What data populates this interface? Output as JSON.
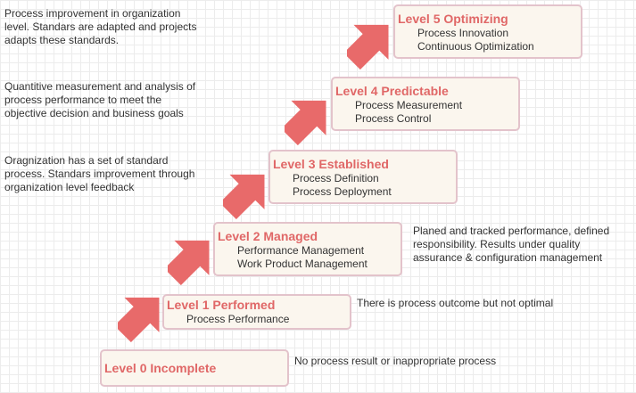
{
  "levels": [
    {
      "title": "Level 0 Incomplete",
      "items": []
    },
    {
      "title": "Level 1 Performed",
      "items": [
        "Process Performance"
      ]
    },
    {
      "title": "Level 2 Managed",
      "items": [
        "Performance Management",
        "Work Product Management"
      ]
    },
    {
      "title": "Level 3 Established",
      "items": [
        "Process Definition",
        "Process Deployment"
      ]
    },
    {
      "title": "Level 4 Predictable",
      "items": [
        "Process Measurement",
        "Process Control"
      ]
    },
    {
      "title": "Level 5 Optimizing",
      "items": [
        "Process Innovation",
        "Continuous Optimization"
      ]
    }
  ],
  "notes": {
    "level0": [
      "No process result or inappropriate process"
    ],
    "level1": [
      "There is process outcome but not optimal"
    ],
    "level2": [
      "Planed and tracked performance, defined",
      "responsibility. Results under quality",
      "assurance & configuration management"
    ],
    "level3": [
      "Oragnization has a set of standard",
      "process. Standars improvement through",
      "organization level feedback"
    ],
    "level4": [
      "Quantitive measurement and analysis of",
      "process performance to meet the",
      "objective decision and business goals"
    ],
    "level5": [
      "Process improvement in organization",
      "level. Standars are adapted and projects",
      "adapts these standards."
    ]
  },
  "colors": {
    "arrow": "#e86a6a",
    "title": "#e06767",
    "box_border": "#e3c3cb",
    "box_fill": "#fbf6ee"
  }
}
